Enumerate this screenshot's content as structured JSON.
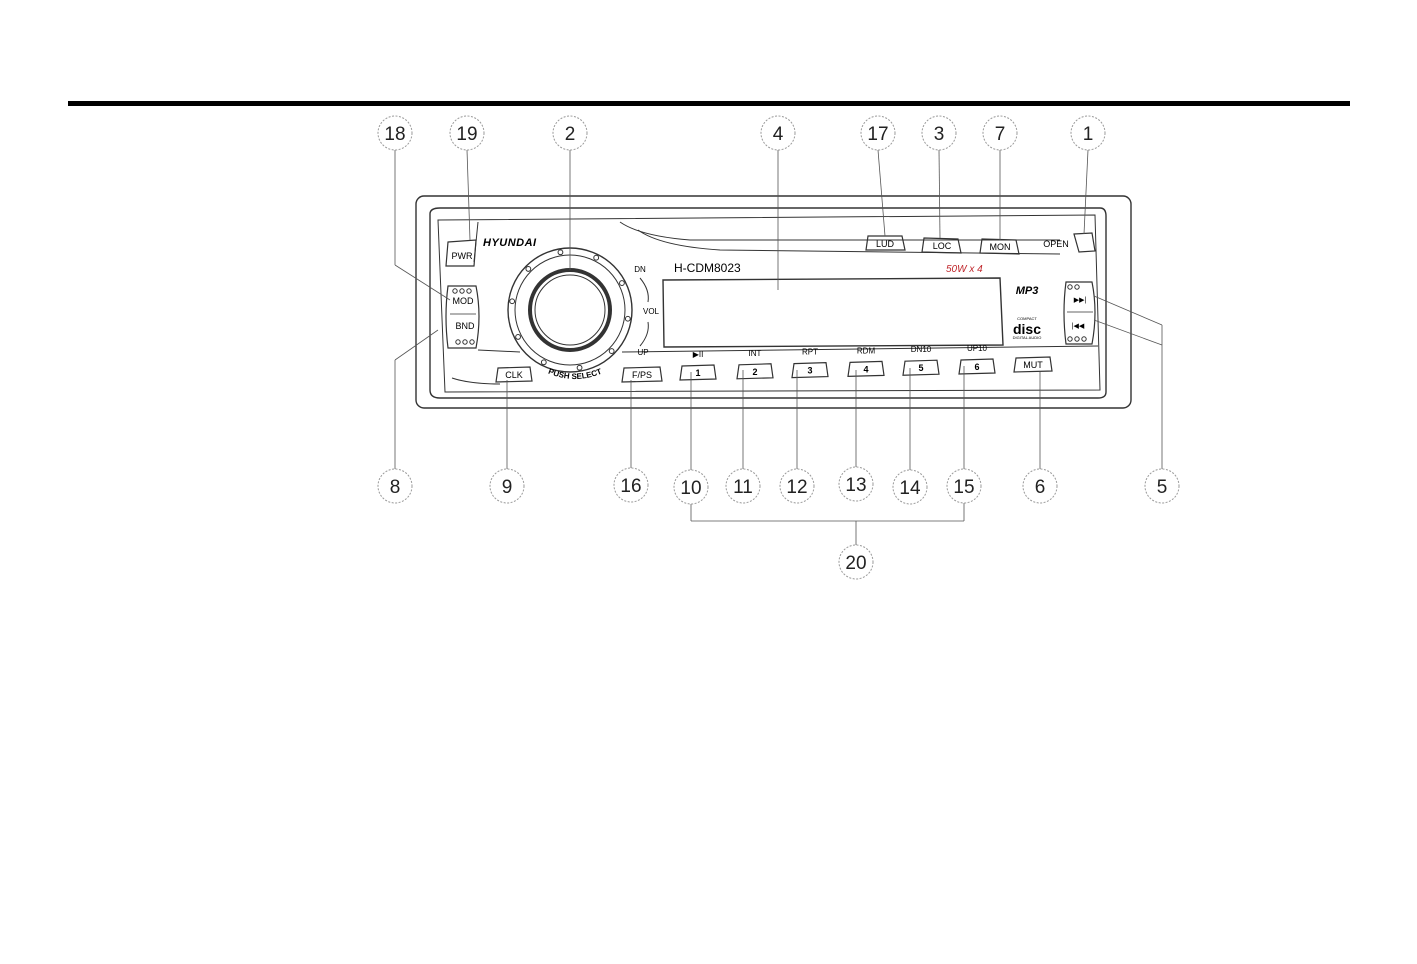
{
  "panel": {
    "brand": "HYUNDAI",
    "model": "H-CDM8023",
    "power_rating": "50W x 4",
    "mp3_logo": "MP3",
    "disc_logo": "disc",
    "disc_logo_top": "COMPACT",
    "disc_logo_bottom": "DIGITAL AUDIO",
    "knob_caption": "PUSH SELECT",
    "knob_labels": {
      "dn": "DN",
      "vol": "VOL",
      "up": "UP"
    },
    "buttons": {
      "pwr": "PWR",
      "mod": "MOD",
      "bnd": "BND",
      "lud": "LUD",
      "loc": "LOC",
      "mon": "MON",
      "open": "OPEN",
      "clk": "CLK",
      "fps": "F/PS",
      "mut": "MUT",
      "next": "▶▶|",
      "prev": "|◀◀"
    },
    "presets": [
      {
        "num": "1",
        "func": "▶II"
      },
      {
        "num": "2",
        "func": "INT"
      },
      {
        "num": "3",
        "func": "RPT"
      },
      {
        "num": "4",
        "func": "RDM"
      },
      {
        "num": "5",
        "func": "DN10"
      },
      {
        "num": "6",
        "func": "UP10"
      }
    ]
  },
  "callouts_top": [
    "18",
    "19",
    "2",
    "4",
    "17",
    "3",
    "7",
    "1"
  ],
  "callouts_bottom": [
    "8",
    "9",
    "16",
    "10",
    "11",
    "12",
    "13",
    "14",
    "15",
    "6",
    "5"
  ],
  "callout_group": "20",
  "colors": {
    "line": "#333333",
    "power_rating": "#c0282d",
    "callout_border": "#9a9a9a"
  }
}
